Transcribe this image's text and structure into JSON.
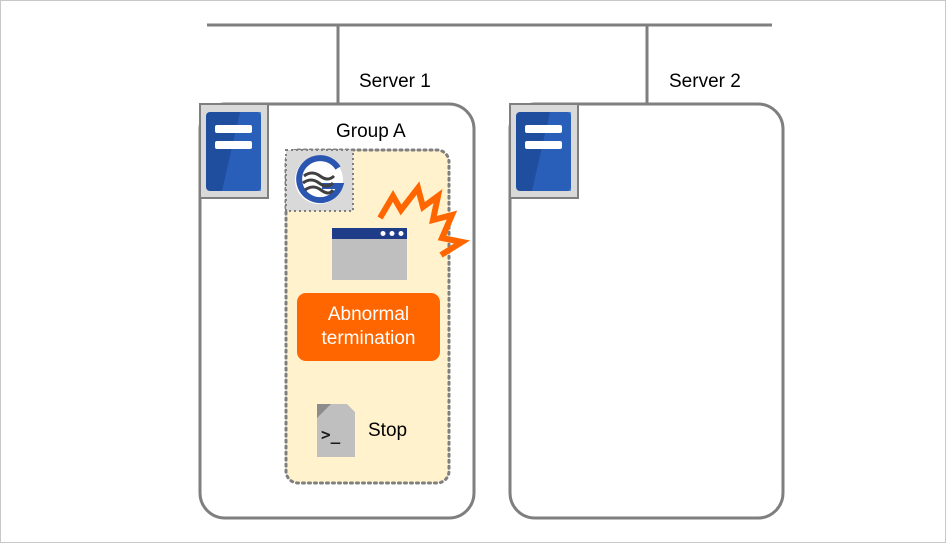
{
  "servers": [
    {
      "label": "Server 1"
    },
    {
      "label": "Server 2"
    }
  ],
  "group": {
    "label": "Group A",
    "status_badge": "Abnormal termination",
    "script_label": "Stop"
  },
  "colors": {
    "frame_border": "#c8c8c8",
    "line": "#7f7f7f",
    "group_fill": "#fff2cc",
    "group_border": "#7f7f7f",
    "badge_bg": "#ff6600",
    "badge_text": "#ffffff",
    "server_icon_blue": "#1f4e9e",
    "alert": "#ff6600"
  },
  "icons": {
    "server1": "server-icon",
    "server2": "server-icon",
    "cluster_logo": "clusterpro-logo-icon",
    "application": "application-window-icon",
    "alert": "lightning-alert-icon",
    "script": "script-file-icon"
  }
}
